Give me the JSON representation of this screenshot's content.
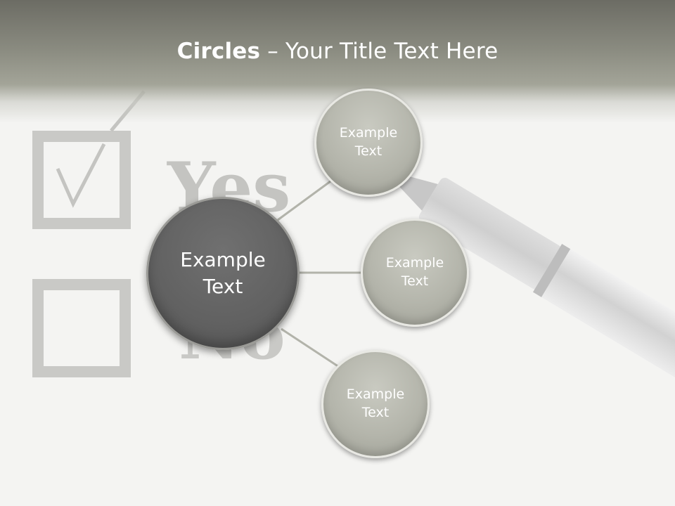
{
  "slide": {
    "title_bold": "Circles",
    "title_rest": " – Your Title Text Here"
  },
  "background": {
    "yes_word": "Yes",
    "no_word": "No"
  },
  "diagram": {
    "center": {
      "lines": [
        "Example",
        "Text"
      ]
    },
    "satellites": [
      {
        "lines": [
          "Example",
          "Text"
        ]
      },
      {
        "lines": [
          "Example",
          "Text"
        ]
      },
      {
        "lines": [
          "Example",
          "Text"
        ]
      }
    ]
  },
  "colors": {
    "title_band": "#8a8b80",
    "center_circle": "#616161",
    "satellite_circle": "#b4b5ab",
    "connector": "#b2b3aa"
  }
}
